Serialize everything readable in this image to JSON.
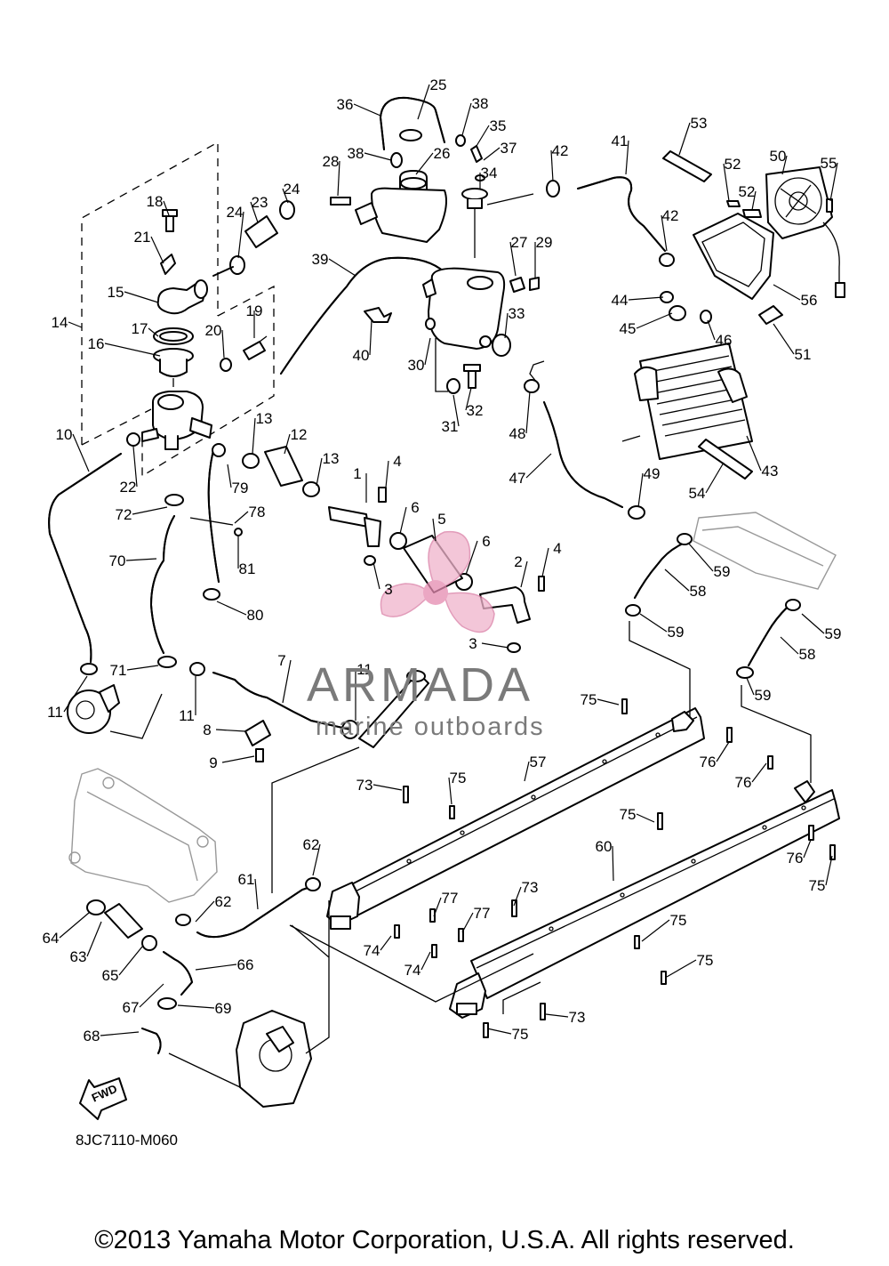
{
  "diagram": {
    "code": "8JC7110-M060",
    "direction_marker": "FWD",
    "copyright": "©2013 Yamaha Motor Corporation, U.S.A. All rights reserved."
  },
  "watermark": {
    "brand": "ARMADA",
    "tagline": "marine outboards"
  },
  "callouts": [
    "1",
    "2",
    "3",
    "3",
    "4",
    "4",
    "5",
    "6",
    "6",
    "7",
    "8",
    "9",
    "10",
    "11",
    "11",
    "11",
    "12",
    "13",
    "13",
    "14",
    "15",
    "16",
    "17",
    "18",
    "19",
    "20",
    "21",
    "22",
    "23",
    "24",
    "24",
    "25",
    "26",
    "27",
    "28",
    "29",
    "30",
    "31",
    "32",
    "33",
    "34",
    "35",
    "36",
    "37",
    "38",
    "38",
    "39",
    "40",
    "41",
    "42",
    "42",
    "43",
    "44",
    "45",
    "46",
    "47",
    "48",
    "49",
    "50",
    "51",
    "52",
    "52",
    "53",
    "54",
    "55",
    "56",
    "57",
    "58",
    "58",
    "59",
    "59",
    "59",
    "59",
    "60",
    "61",
    "62",
    "62",
    "63",
    "64",
    "65",
    "66",
    "67",
    "68",
    "69",
    "70",
    "71",
    "72",
    "73",
    "73",
    "73",
    "74",
    "74",
    "75",
    "75",
    "75",
    "75",
    "75",
    "75",
    "75",
    "76",
    "76",
    "76",
    "77",
    "77",
    "78",
    "79",
    "80",
    "81"
  ],
  "colors": {
    "line": "#000000",
    "watermark_text": "#7a7a7a",
    "watermark_logo": "#f0b4cc"
  }
}
